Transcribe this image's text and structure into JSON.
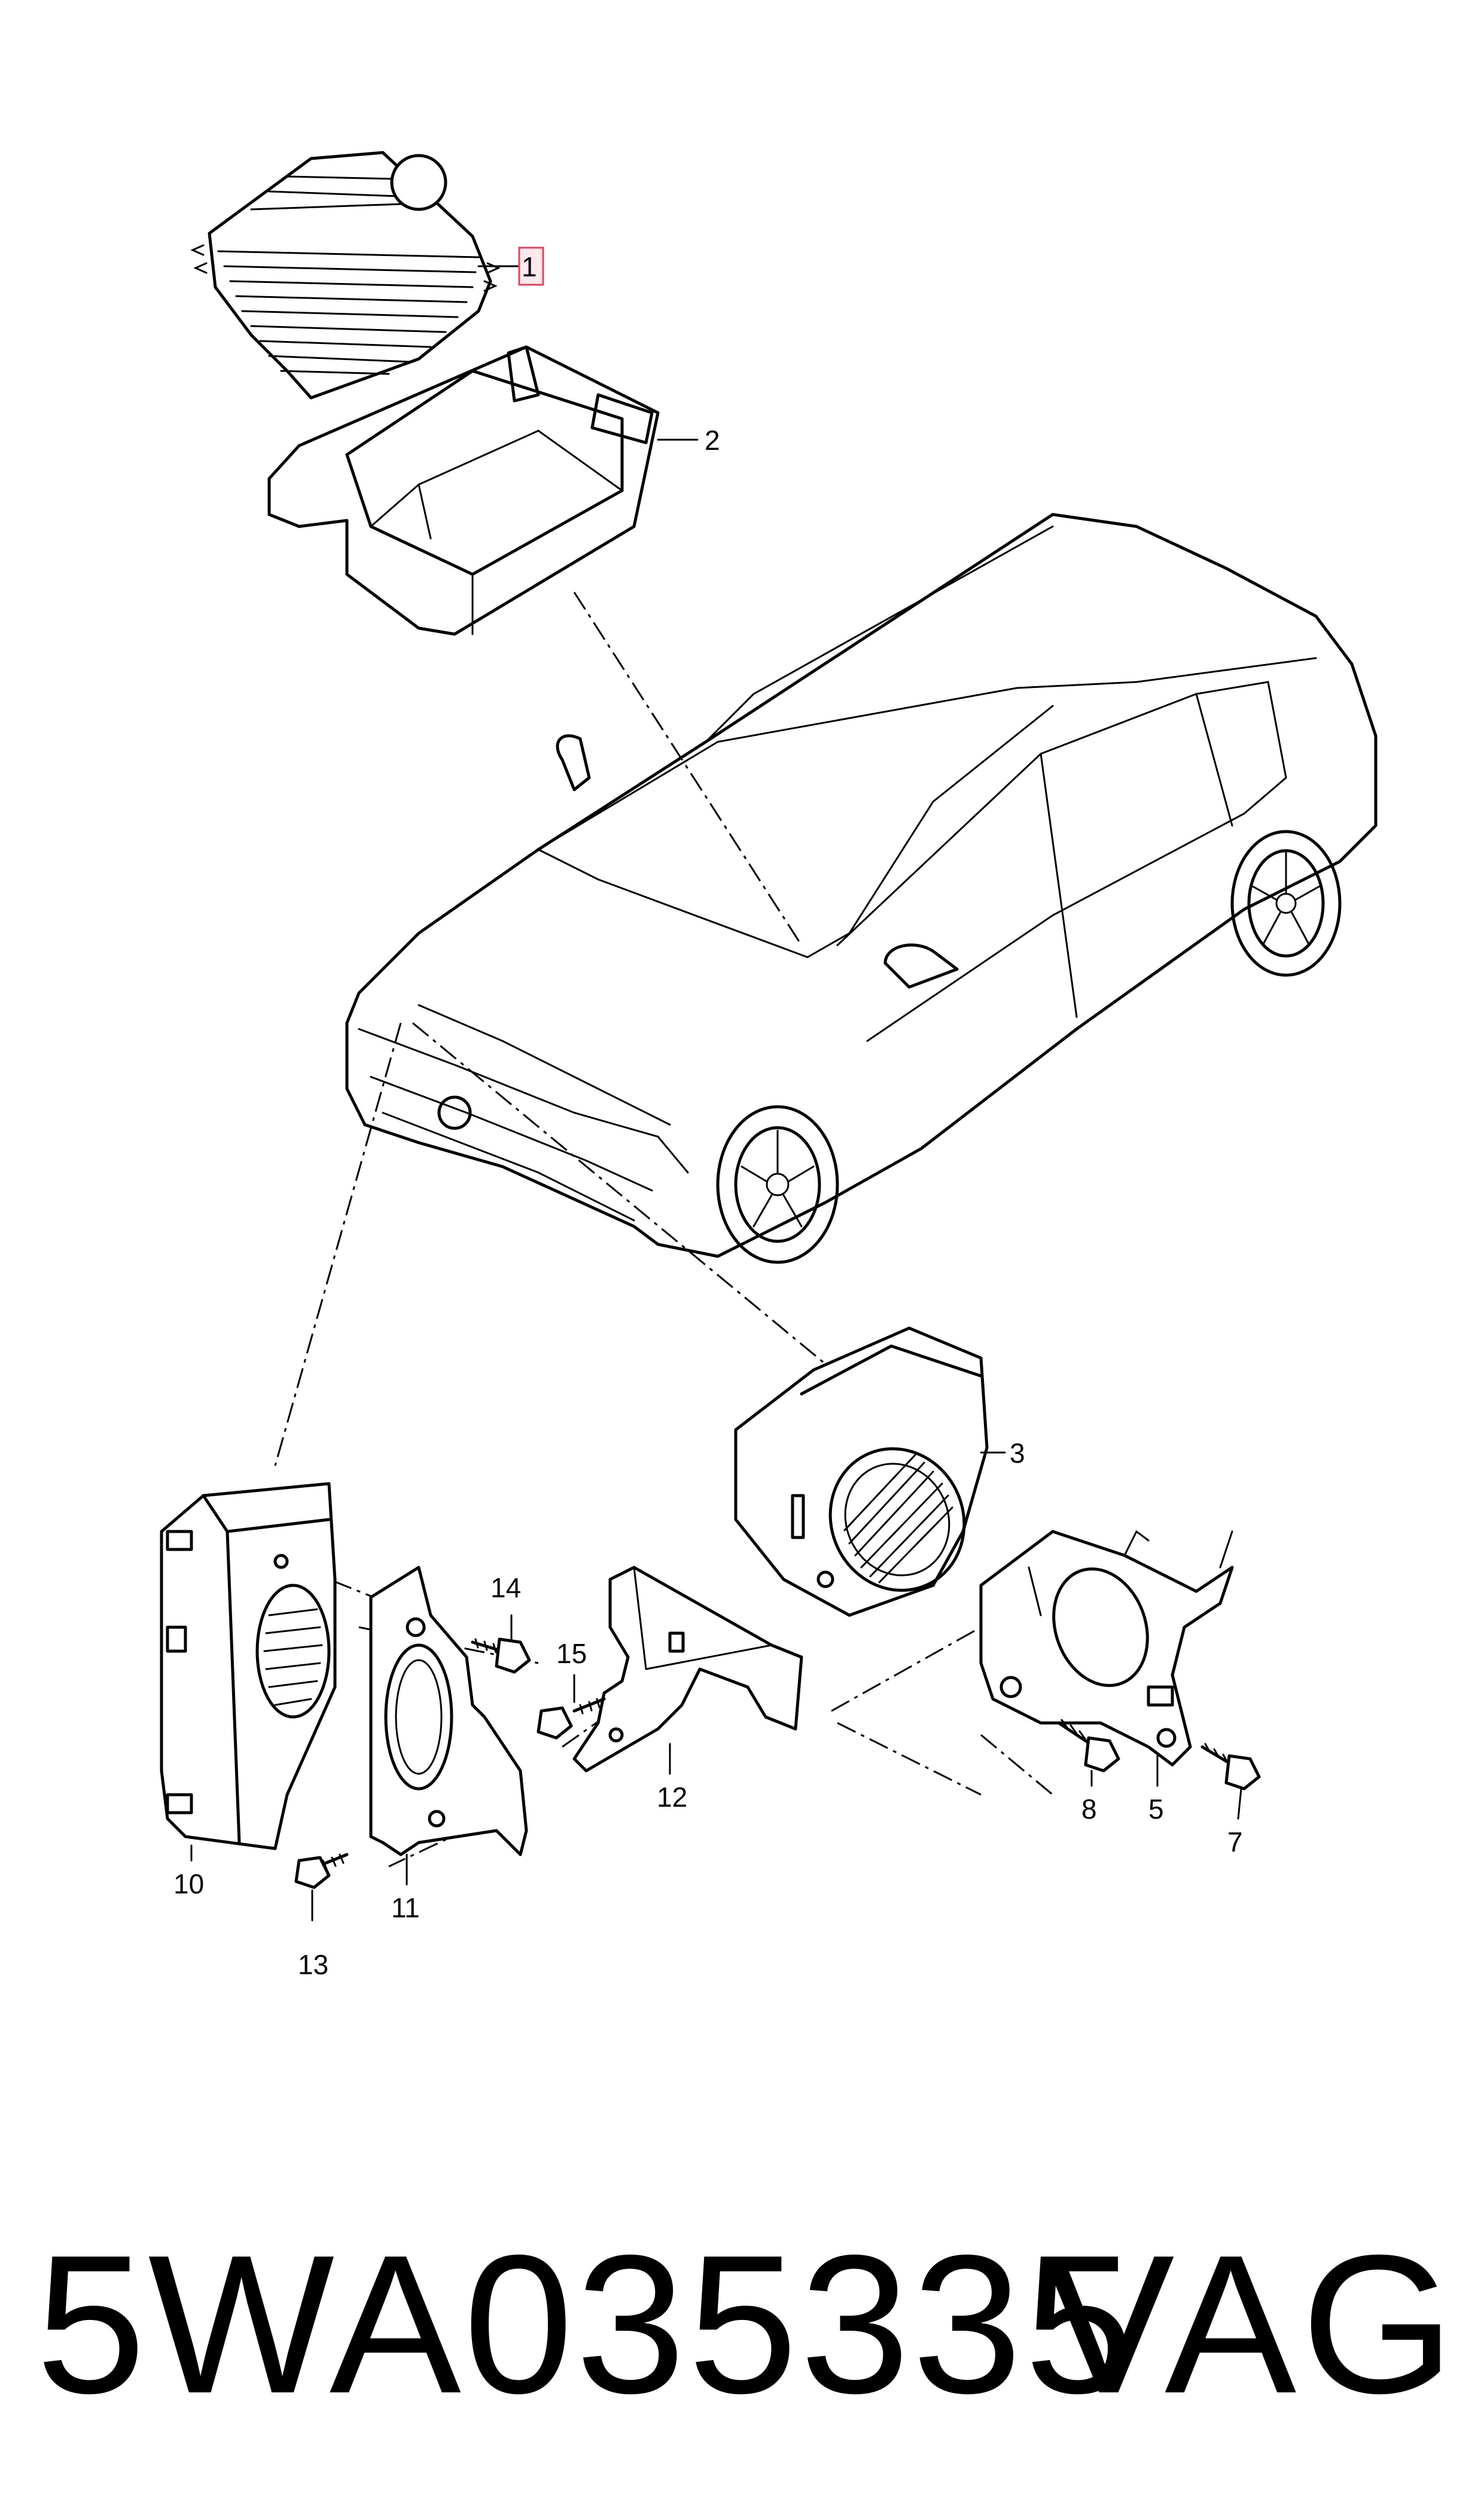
{
  "callouts": {
    "c1": "1",
    "c2": "2",
    "c3": "3",
    "c5": "5",
    "c7": "7",
    "c8": "8",
    "c10": "10",
    "c11": "11",
    "c12": "12",
    "c13": "13",
    "c14": "14",
    "c15": "15"
  },
  "caption": {
    "part_number": "5WA035335",
    "brand": "VAG"
  },
  "colors": {
    "highlight_fill": "#fde9ec",
    "highlight_stroke": "#e0455f",
    "line": "#000000"
  }
}
